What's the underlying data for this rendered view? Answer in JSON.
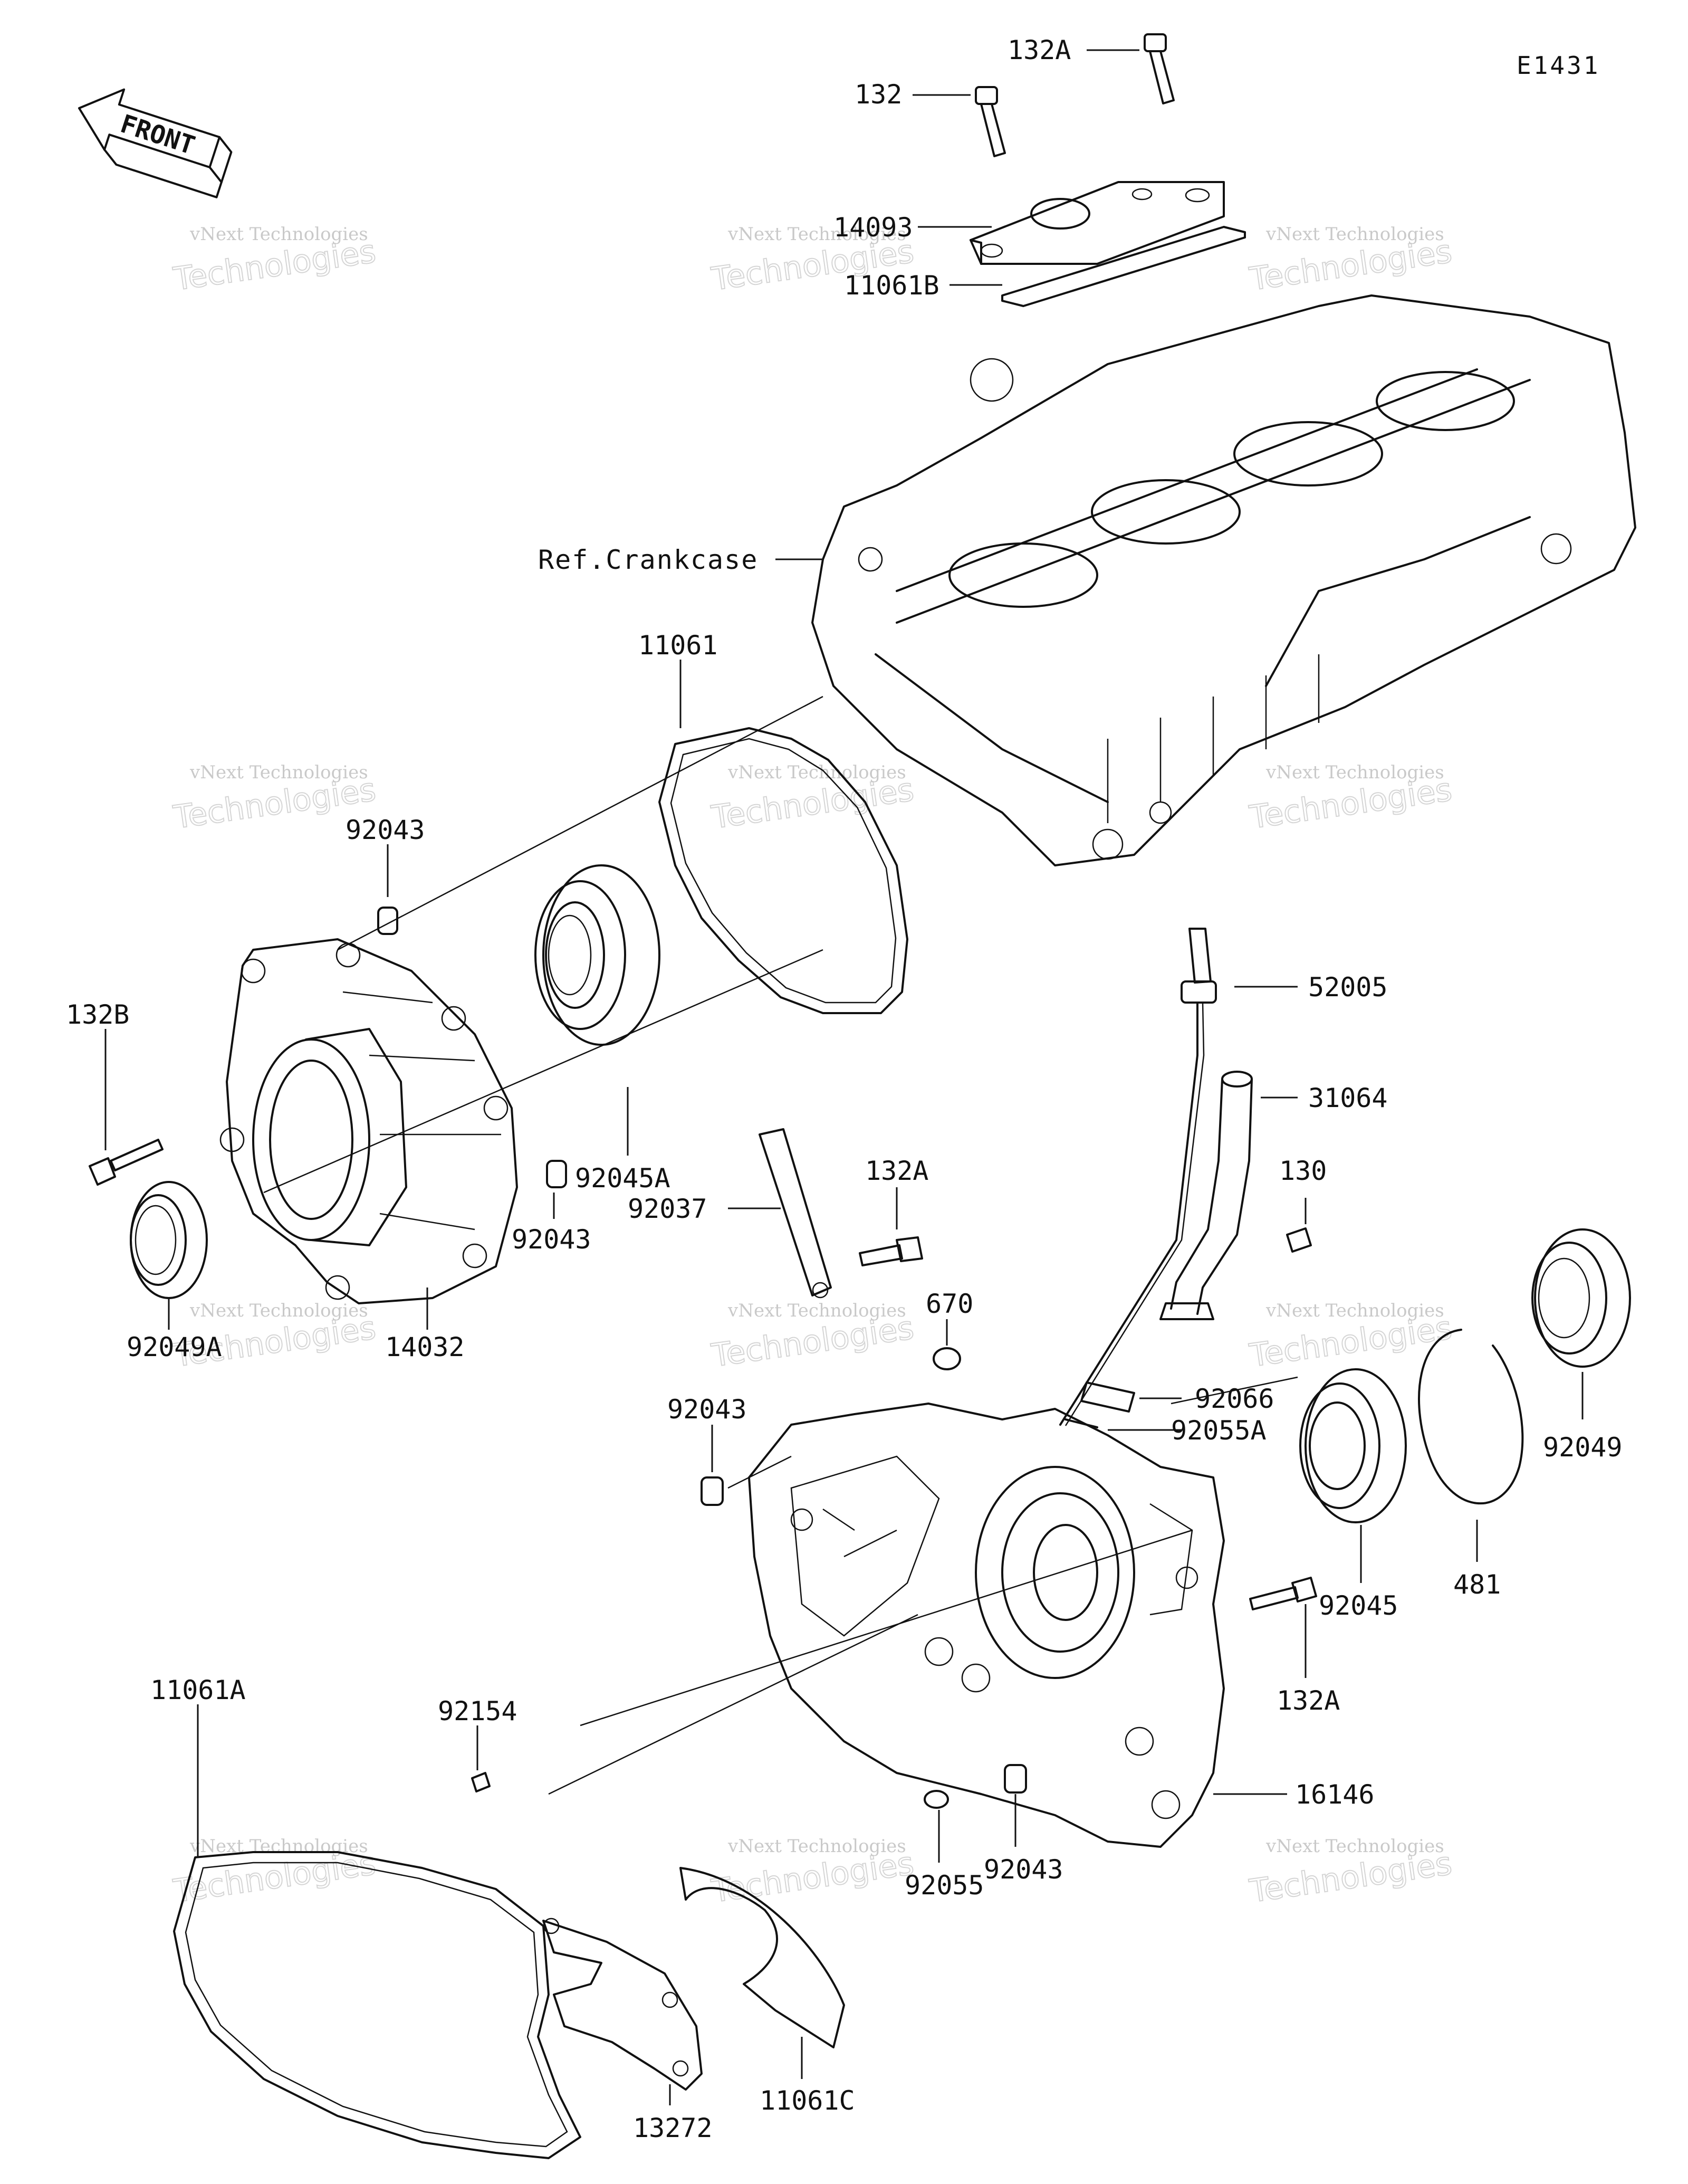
{
  "diagram": {
    "code": "E1431",
    "front_label": "FRONT",
    "reference_label": "Ref.Crankcase",
    "watermark": {
      "line1": "vNext Technologies",
      "line2": "Technologies"
    },
    "callouts": [
      {
        "id": "c-132a-top",
        "text": "132A"
      },
      {
        "id": "c-132-top",
        "text": "132"
      },
      {
        "id": "c-14093",
        "text": "14093"
      },
      {
        "id": "c-11061b",
        "text": "11061B"
      },
      {
        "id": "c-11061",
        "text": "11061"
      },
      {
        "id": "c-92043-a",
        "text": "92043"
      },
      {
        "id": "c-132b",
        "text": "132B"
      },
      {
        "id": "c-92045a",
        "text": "92045A"
      },
      {
        "id": "c-92043-b",
        "text": "92043"
      },
      {
        "id": "c-92049a",
        "text": "92049A"
      },
      {
        "id": "c-14032",
        "text": "14032"
      },
      {
        "id": "c-52005",
        "text": "52005"
      },
      {
        "id": "c-31064",
        "text": "31064"
      },
      {
        "id": "c-132a-mid",
        "text": "132A"
      },
      {
        "id": "c-130",
        "text": "130"
      },
      {
        "id": "c-92037",
        "text": "92037"
      },
      {
        "id": "c-670",
        "text": "670"
      },
      {
        "id": "c-92043-c",
        "text": "92043"
      },
      {
        "id": "c-92066",
        "text": "92066"
      },
      {
        "id": "c-92055a",
        "text": "92055A"
      },
      {
        "id": "c-92049",
        "text": "92049"
      },
      {
        "id": "c-481",
        "text": "481"
      },
      {
        "id": "c-92045",
        "text": "92045"
      },
      {
        "id": "c-132a-low",
        "text": "132A"
      },
      {
        "id": "c-11061a",
        "text": "11061A"
      },
      {
        "id": "c-92154",
        "text": "92154"
      },
      {
        "id": "c-16146",
        "text": "16146"
      },
      {
        "id": "c-92055",
        "text": "92055"
      },
      {
        "id": "c-92043-d",
        "text": "92043"
      },
      {
        "id": "c-11061c",
        "text": "11061C"
      },
      {
        "id": "c-13272",
        "text": "13272"
      }
    ]
  }
}
